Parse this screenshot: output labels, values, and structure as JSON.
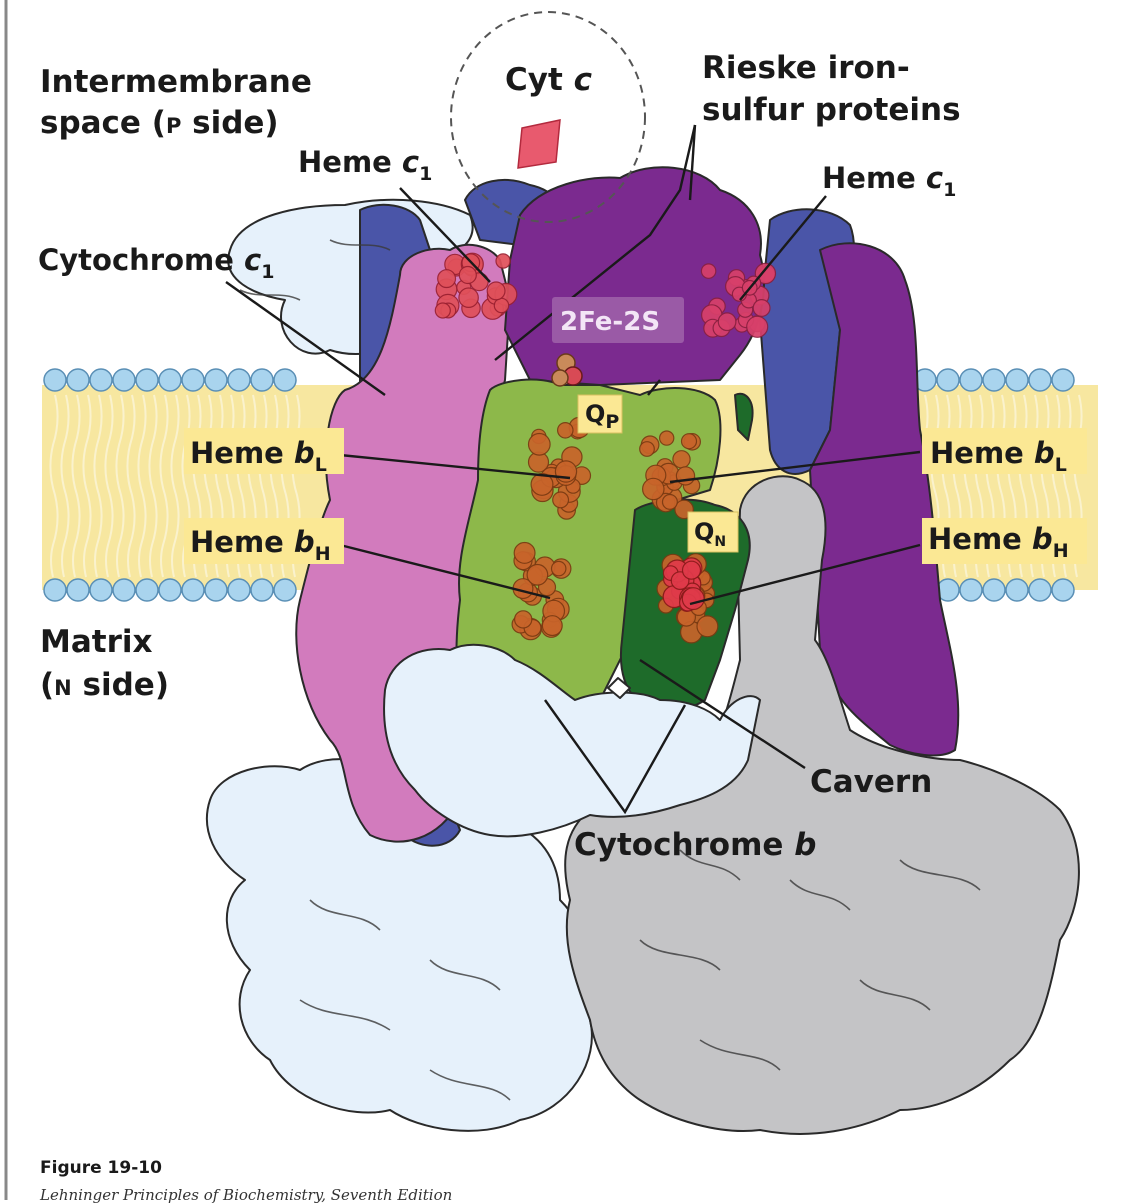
{
  "labels": {
    "intermembrane_line1": "Intermembrane",
    "intermembrane_line2_prefix": "space (",
    "intermembrane_line2_side": "P",
    "intermembrane_line2_suffix": " side)",
    "cyt_c_prefix": "Cyt ",
    "cyt_c_italic": "c",
    "rieske_line1": "Rieske iron-",
    "rieske_line2": "sulfur proteins",
    "heme_c1_left_prefix": "Heme ",
    "heme_c1_left_italic": "c",
    "heme_c1_left_sub": "1",
    "heme_c1_right_prefix": "Heme ",
    "heme_c1_right_italic": "c",
    "heme_c1_right_sub": "1",
    "cytochrome_c1_prefix": "Cytochrome ",
    "cytochrome_c1_italic": "c",
    "cytochrome_c1_sub": "1",
    "fe2s": "2Fe-2S",
    "qp_main": "Q",
    "qp_sub": "P",
    "qn_main": "Q",
    "qn_sub": "N",
    "heme_bl_left_prefix": "Heme ",
    "heme_bl_left_italic": "b",
    "heme_bl_left_sub": "L",
    "heme_bl_right_prefix": "Heme ",
    "heme_bl_right_italic": "b",
    "heme_bl_right_sub": "L",
    "heme_bh_left_prefix": "Heme ",
    "heme_bh_left_italic": "b",
    "heme_bh_left_sub": "H",
    "heme_bh_right_prefix": "Heme ",
    "heme_bh_right_italic": "b",
    "heme_bh_right_sub": "H",
    "matrix_line1": "Matrix",
    "matrix_line2_prefix": "(",
    "matrix_line2_side": "N",
    "matrix_line2_suffix": " side)",
    "cavern": "Cavern",
    "cytochrome_b_prefix": "Cytochrome ",
    "cytochrome_b_italic": "b"
  },
  "caption": {
    "figure": "Figure 19-10",
    "source": "Lehninger Principles of Biochemistry, Seventh Edition"
  },
  "colors": {
    "membrane_band": "#f7e7a0",
    "membrane_heads": "#a9d4ee",
    "cytochrome_c1": "#d27bbd",
    "rieske": "#7b2a8f",
    "dark_blue": "#4a55a8",
    "cytochrome_b_light": "#8db84a",
    "cytochrome_b_dark": "#1e6b2a",
    "pale_blue": "#e6f1fb",
    "gray_subunits": "#c4c4c6",
    "heme_orange": "#c8642a",
    "heme_red": "#e03a4a",
    "cyt_c": "#e85a6e",
    "label_box": "#fbe894",
    "fe2s_box": "#9a5aa6"
  }
}
